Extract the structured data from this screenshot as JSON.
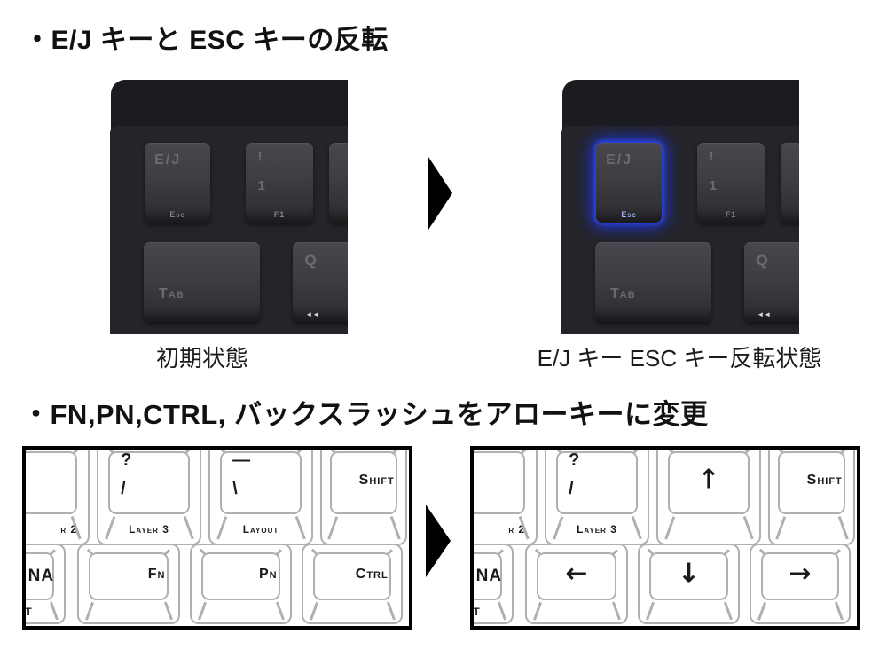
{
  "section1": {
    "heading": "・E/J キーと ESC キーの反転",
    "caption_before": "初期状態",
    "caption_after": "E/J キー ESC キー反転状態",
    "glow_color": "#2037e4",
    "photo_keys": {
      "ej_main": "E/J",
      "ej_front": "Esc",
      "one_shift": "!",
      "one_main": "1",
      "one_front": "F1",
      "tab_main": "Tab",
      "q_main": "Q",
      "q_front": "◄◄"
    }
  },
  "section2": {
    "heading": "・FN,PN,CTRL, バックスラッシュをアローキーに変更",
    "before": {
      "row1": [
        {
          "front": "r 2"
        },
        {
          "top": "?",
          "bottom": "/",
          "front": "Layer 3"
        },
        {
          "top": "—",
          "bottom": "\\",
          "front": "Layout"
        },
        {
          "label": "Shift"
        }
      ],
      "row2": [
        {
          "label": "NA",
          "front": "T"
        },
        {
          "label": "Fn"
        },
        {
          "label": "Pn"
        },
        {
          "label": "Ctrl"
        }
      ]
    },
    "after": {
      "row1": [
        {
          "front": "r 2"
        },
        {
          "top": "?",
          "bottom": "/",
          "front": "Layer 3"
        },
        {
          "arrow": "↑"
        },
        {
          "label": "Shift"
        }
      ],
      "row2": [
        {
          "label": "NA",
          "front": "T"
        },
        {
          "arrow": "←"
        },
        {
          "arrow": "↓"
        },
        {
          "arrow": "→"
        }
      ]
    }
  }
}
